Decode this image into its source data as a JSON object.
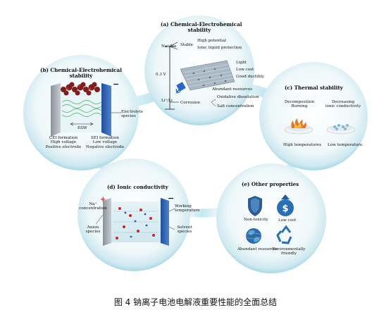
{
  "caption": "图 4 钠离子电池电解液重要性能的全面总结",
  "panels": {
    "a": {
      "title_line1": "(a)   Chemical-Electrohemical",
      "title_line2": "stability",
      "top_label": "Na⁺/Na",
      "stable": "Stable",
      "high_potential": "High potential",
      "ionic_liquid": "Ionic liquid protection",
      "voltage": "0.3 V",
      "bottom_label": "Li⁺/Li",
      "corrosion": "Corrosion",
      "oxidative": "Oxidative dissolution",
      "salt": "Salt concentration",
      "light": "Light",
      "low_cost": "Low cost",
      "good_ductility": "Good ductility",
      "abundant": "Abundant resources"
    },
    "b": {
      "title_line1": "(b) Chemical-Electrohemical",
      "title_line2": "stability",
      "plus": "+",
      "minus": "−",
      "electrolyte": "Electrolyte",
      "species": "species",
      "esw": "ESW",
      "cei": "CEI formation",
      "high_voltage": "High voltage",
      "positive": "Positive electrode",
      "sei": "SEI formation",
      "low_voltage": "Low voltage",
      "negative": "Negative electrode"
    },
    "c": {
      "title": "(c)   Thermal  stability",
      "decomposition": "Decomposition",
      "burning": "Burning",
      "decreasing": "Decreasing",
      "ionic_cond": "ionic conductivity",
      "high_temp": "High temperatures",
      "low_temp": "Low temperature"
    },
    "d": {
      "title": "(d)   Ionic conductivity",
      "plus": "+",
      "minus": "−",
      "na_conc_1": "Na⁺",
      "na_conc_2": "concentration",
      "working_1": "Working",
      "working_2": "temperature",
      "anion_1": "Anion",
      "anion_2": "species",
      "solvent_1": "Solvent",
      "solvent_2": "species"
    },
    "e": {
      "title": "(e)   Other properties",
      "non_toxicity": "Non-toxicity",
      "low_cost": "Low cost",
      "abundant": "Abundant resources",
      "env_1": "Environmentally",
      "env_2": "friendly"
    }
  },
  "colors": {
    "bubble": "#e8f4f6",
    "bubble_edge": "#bfe0ea",
    "glow": "#9fd6e6",
    "electrode_blue": "#2a5fb0",
    "crystal_red": "#8a2420",
    "sei_green": "#6fc07a",
    "accent_red": "#d0202a"
  },
  "icons": [
    "shield-icon",
    "money-bag-icon",
    "globe-icon",
    "recycle-icon",
    "flame-icon",
    "snowflake-icon"
  ]
}
